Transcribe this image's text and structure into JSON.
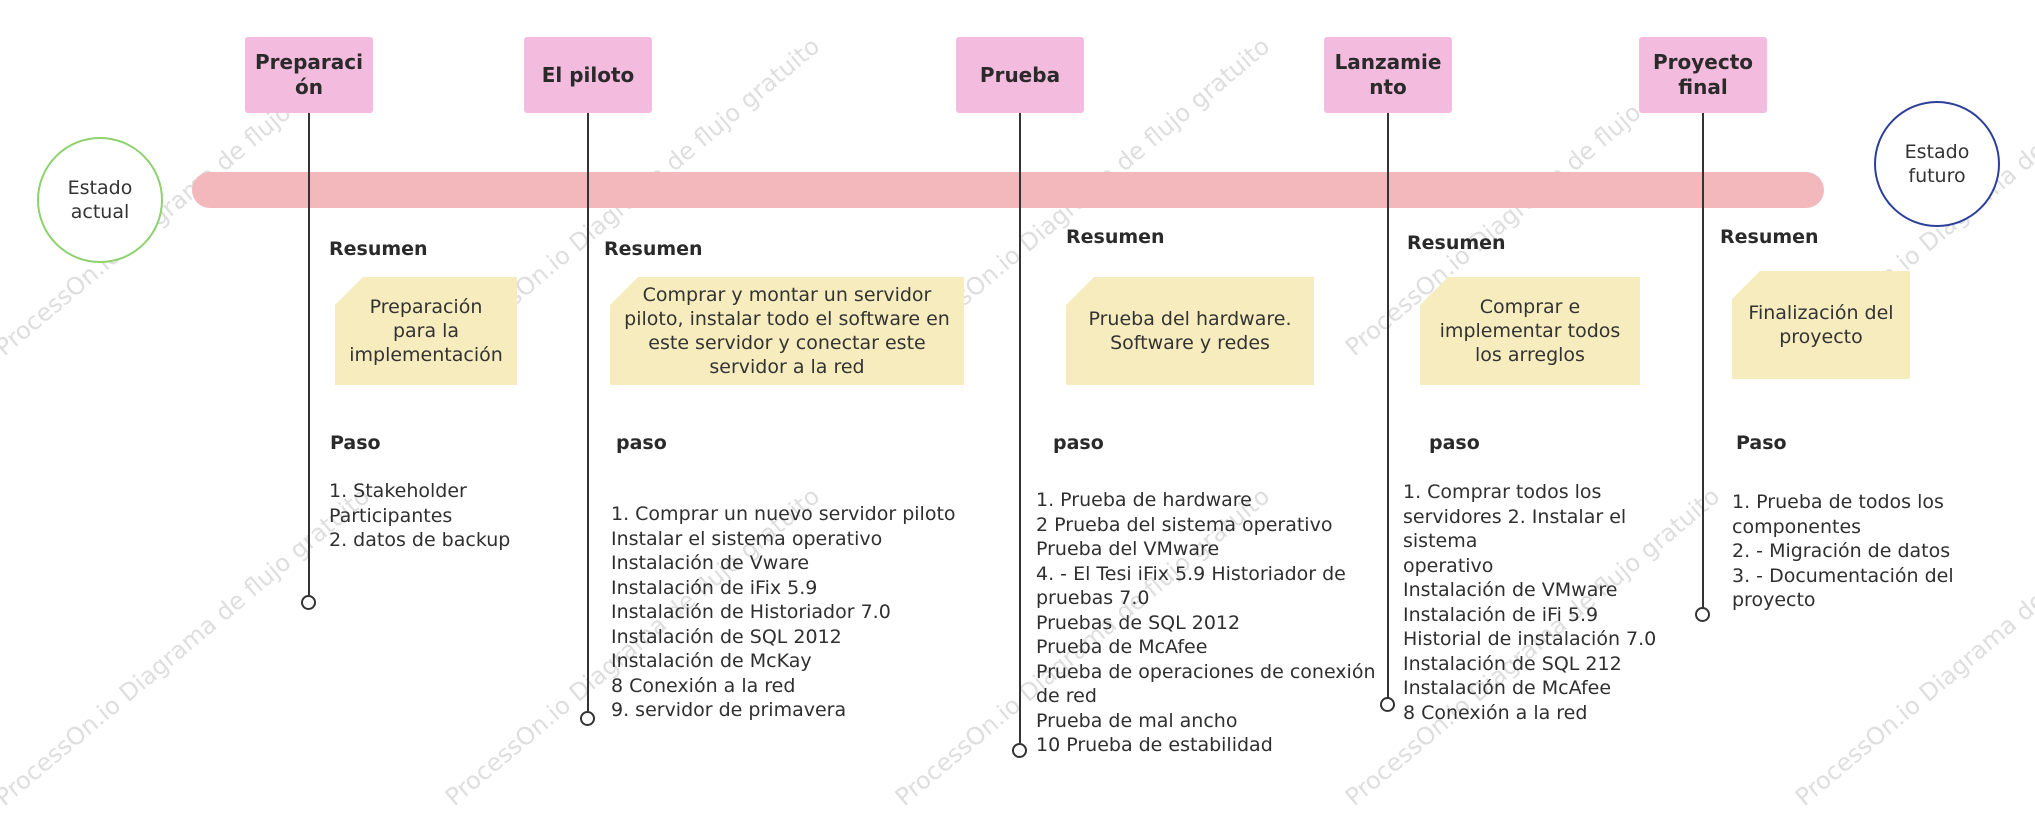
{
  "watermark": "ProcessOn.io Diagrama de flujo gratuito",
  "states": {
    "current": "Estado actual",
    "future": "Estado futuro"
  },
  "colors": {
    "bar": "#f3b8bc",
    "phase": "#f3bbdd",
    "note": "#f6ecbd",
    "current_border": "#8ed16f",
    "future_border": "#2d3f9c"
  },
  "phases": [
    {
      "title": "Preparación",
      "summary_label": "Resumen",
      "summary": "Preparación para la implementación",
      "step_label": "Paso",
      "steps": "1. Stakeholder\nParticipantes\n2. datos de backup"
    },
    {
      "title": "El piloto",
      "summary_label": "Resumen",
      "summary": "Comprar y montar un servidor piloto, instalar todo el software en este servidor y conectar este servidor a la red",
      "step_label": "paso",
      "steps": "1. Comprar un nuevo servidor piloto\nInstalar el sistema operativo\nInstalación de Vware\nInstalación de iFix 5.9\nInstalación de Historiador 7.0\nInstalación de SQL 2012\nInstalación de McKay\n8 Conexión a la red\n9. servidor de primavera"
    },
    {
      "title": "Prueba",
      "summary_label": "Resumen",
      "summary": "Prueba del hardware. Software y redes",
      "step_label": "paso",
      "steps": "1. Prueba de hardware\n2 Prueba del sistema operativo\nPrueba del VMware\n4. - El Tesi iFix 5.9 Historiador de\npruebas 7.0\nPruebas de SQL 2012\nPrueba de McAfee\nPrueba de operaciones de conexión\nde red\nPrueba de mal ancho\n10 Prueba de estabilidad"
    },
    {
      "title": "Lanzamiento",
      "summary_label": "Resumen",
      "summary": "Comprar e implementar todos los arreglos",
      "step_label": "paso",
      "steps": "1. Comprar todos los\nservidores 2. Instalar el sistema\noperativo\nInstalación de VMware\nInstalación de iFi 5.9\nHistorial de instalación 7.0\nInstalación de SQL 212\nInstalación de McAfee\n8 Conexión a la red"
    },
    {
      "title": "Proyecto final",
      "summary_label": "Resumen",
      "summary": "Finalización del proyecto",
      "step_label": "Paso",
      "steps": "1. Prueba de todos los\ncomponentes\n2. - Migración de datos\n3. - Documentación del\nproyecto"
    }
  ]
}
